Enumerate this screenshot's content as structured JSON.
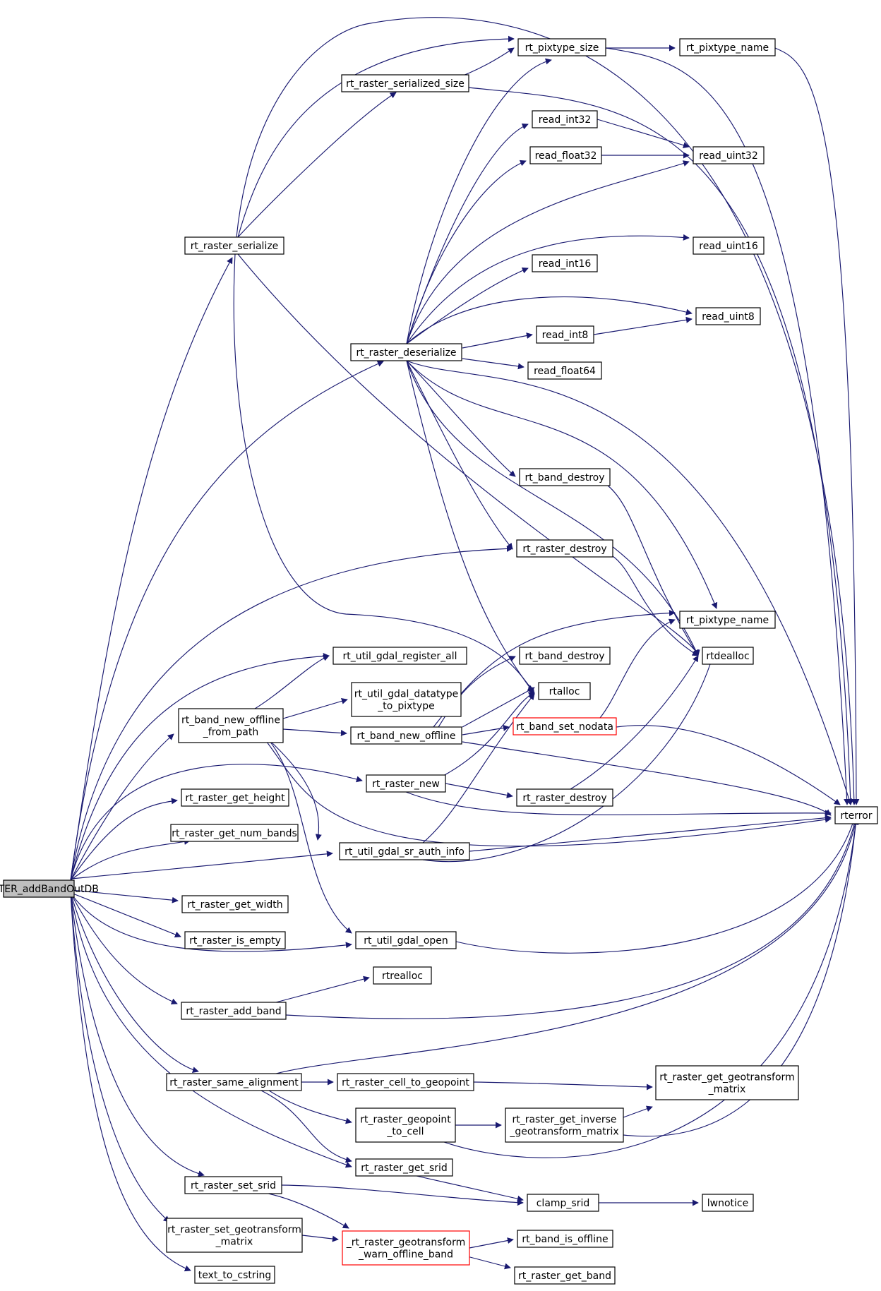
{
  "colors": {
    "edge": "#191970",
    "node_border": "#000000",
    "node_border_incomplete": "#ff0000",
    "root_fill": "#bfbfbf"
  },
  "nodes": [
    {
      "id": "root",
      "lines": [
        "RASTER_addBandOutDB"
      ]
    },
    {
      "id": "rt_pixtype_size",
      "lines": [
        "rt_pixtype_size"
      ]
    },
    {
      "id": "rt_pixtype_name_top",
      "lines": [
        "rt_pixtype_name"
      ]
    },
    {
      "id": "rt_raster_serialized_size",
      "lines": [
        "rt_raster_serialized_size"
      ]
    },
    {
      "id": "read_int32",
      "lines": [
        "read_int32"
      ]
    },
    {
      "id": "read_float32",
      "lines": [
        "read_float32"
      ]
    },
    {
      "id": "read_uint32",
      "lines": [
        "read_uint32"
      ]
    },
    {
      "id": "rt_raster_serialize",
      "lines": [
        "rt_raster_serialize"
      ]
    },
    {
      "id": "read_uint16",
      "lines": [
        "read_uint16"
      ]
    },
    {
      "id": "read_int16",
      "lines": [
        "read_int16"
      ]
    },
    {
      "id": "read_uint8",
      "lines": [
        "read_uint8"
      ]
    },
    {
      "id": "read_int8",
      "lines": [
        "read_int8"
      ]
    },
    {
      "id": "rt_raster_deserialize",
      "lines": [
        "rt_raster_deserialize"
      ]
    },
    {
      "id": "read_float64",
      "lines": [
        "read_float64"
      ]
    },
    {
      "id": "rt_band_destroy_1",
      "lines": [
        "rt_band_destroy"
      ]
    },
    {
      "id": "rt_raster_destroy_1",
      "lines": [
        "rt_raster_destroy"
      ]
    },
    {
      "id": "rt_pixtype_name_mid",
      "lines": [
        "rt_pixtype_name"
      ]
    },
    {
      "id": "rt_util_gdal_register_all",
      "lines": [
        "rt_util_gdal_register_all"
      ]
    },
    {
      "id": "rt_band_destroy_2",
      "lines": [
        "rt_band_destroy"
      ]
    },
    {
      "id": "rtdealloc",
      "lines": [
        "rtdealloc"
      ]
    },
    {
      "id": "rt_util_gdal_datatype_to_pixtype",
      "lines": [
        "rt_util_gdal_datatype",
        "_to_pixtype"
      ]
    },
    {
      "id": "rtalloc",
      "lines": [
        "rtalloc"
      ]
    },
    {
      "id": "rt_band_new_offline_from_path",
      "lines": [
        "rt_band_new_offline",
        "_from_path"
      ]
    },
    {
      "id": "rt_band_set_nodata",
      "lines": [
        "rt_band_set_nodata"
      ]
    },
    {
      "id": "rt_band_new_offline",
      "lines": [
        "rt_band_new_offline"
      ]
    },
    {
      "id": "rt_raster_new",
      "lines": [
        "rt_raster_new"
      ]
    },
    {
      "id": "rt_raster_destroy_2",
      "lines": [
        "rt_raster_destroy"
      ]
    },
    {
      "id": "rt_raster_get_height",
      "lines": [
        "rt_raster_get_height"
      ]
    },
    {
      "id": "rterror",
      "lines": [
        "rterror"
      ]
    },
    {
      "id": "rt_raster_get_num_bands",
      "lines": [
        "rt_raster_get_num_bands"
      ]
    },
    {
      "id": "rt_util_gdal_sr_auth_info",
      "lines": [
        "rt_util_gdal_sr_auth_info"
      ]
    },
    {
      "id": "rt_raster_get_width",
      "lines": [
        "rt_raster_get_width"
      ]
    },
    {
      "id": "rt_raster_is_empty",
      "lines": [
        "rt_raster_is_empty"
      ]
    },
    {
      "id": "rt_util_gdal_open",
      "lines": [
        "rt_util_gdal_open"
      ]
    },
    {
      "id": "rtrealloc",
      "lines": [
        "rtrealloc"
      ]
    },
    {
      "id": "rt_raster_add_band",
      "lines": [
        "rt_raster_add_band"
      ]
    },
    {
      "id": "rt_raster_same_alignment",
      "lines": [
        "rt_raster_same_alignment"
      ]
    },
    {
      "id": "rt_raster_cell_to_geopoint",
      "lines": [
        "rt_raster_cell_to_geopoint"
      ]
    },
    {
      "id": "rt_raster_get_geotransform_matrix",
      "lines": [
        "rt_raster_get_geotransform",
        "_matrix"
      ]
    },
    {
      "id": "rt_raster_geopoint_to_cell",
      "lines": [
        "rt_raster_geopoint",
        "_to_cell"
      ]
    },
    {
      "id": "rt_raster_get_inverse_geotransform_matrix",
      "lines": [
        "rt_raster_get_inverse",
        "_geotransform_matrix"
      ]
    },
    {
      "id": "rt_raster_get_srid",
      "lines": [
        "rt_raster_get_srid"
      ]
    },
    {
      "id": "rt_raster_set_srid",
      "lines": [
        "rt_raster_set_srid"
      ]
    },
    {
      "id": "clamp_srid",
      "lines": [
        "clamp_srid"
      ]
    },
    {
      "id": "lwnotice",
      "lines": [
        "lwnotice"
      ]
    },
    {
      "id": "rt_raster_set_geotransform_matrix",
      "lines": [
        "rt_raster_set_geotransform",
        "_matrix"
      ]
    },
    {
      "id": "rt_raster_geotransform_warn_offline_band",
      "lines": [
        "_rt_raster_geotransform",
        "_warn_offline_band"
      ]
    },
    {
      "id": "rt_band_is_offline",
      "lines": [
        "rt_band_is_offline"
      ]
    },
    {
      "id": "text_to_cstring",
      "lines": [
        "text_to_cstring"
      ]
    },
    {
      "id": "rt_raster_get_band",
      "lines": [
        "rt_raster_get_band"
      ]
    }
  ]
}
